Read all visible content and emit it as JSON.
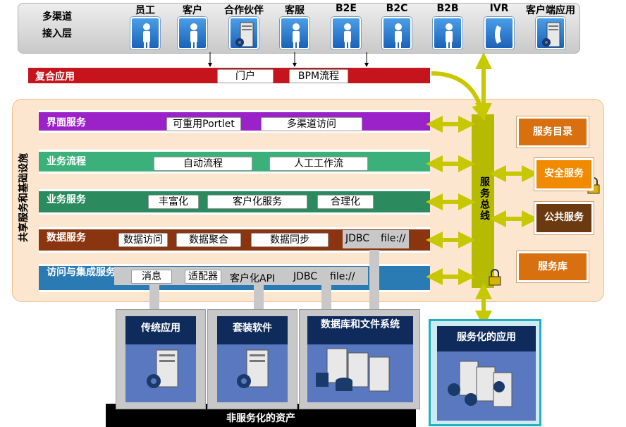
{
  "channels": {
    "title_line1": "多渠道",
    "title_line2": "接入层",
    "items": [
      {
        "label": "员工",
        "icon": "person-icon"
      },
      {
        "label": "客户",
        "icon": "person-icon"
      },
      {
        "label": "合作伙伴",
        "icon": "server-gear-icon"
      },
      {
        "label": "客服",
        "icon": "person-icon"
      },
      {
        "label": "B2E",
        "icon": "person-icon"
      },
      {
        "label": "B2C",
        "icon": "person-icon"
      },
      {
        "label": "B2B",
        "icon": "person-icon"
      },
      {
        "label": "IVR",
        "icon": "phone-icon"
      },
      {
        "label": "客户端应用",
        "icon": "server-gear-icon"
      }
    ]
  },
  "composite": {
    "title": "复合应用",
    "items": [
      "门户",
      "BPM流程"
    ]
  },
  "shared": {
    "title": "共享服务和基础设施",
    "layers": [
      {
        "title": "界面服务",
        "color": "#9b22c9",
        "items": [
          "可重用Portlet",
          "多渠道访问"
        ]
      },
      {
        "title": "业务流程",
        "color": "#3bb07a",
        "items": [
          "自动流程",
          "人工工作流"
        ]
      },
      {
        "title": "业务服务",
        "color": "#2b8a5e",
        "items": [
          "丰富化",
          "客户化服务",
          "合理化"
        ]
      },
      {
        "title": "数据服务",
        "color": "#8b3510",
        "items": [
          "数据访问",
          "数据聚合",
          "数据同步",
          "JDBC",
          "file://"
        ]
      },
      {
        "title": "访问与集成服务",
        "color": "#2a7ab3",
        "items": [
          "消息",
          "适配器",
          "客户化API",
          "JDBC",
          "file://"
        ]
      }
    ],
    "bus_label": "服务总线",
    "right_services": [
      {
        "label": "服务目录",
        "color": "#d8700f"
      },
      {
        "label": "安全服务",
        "color": "#f08a00"
      },
      {
        "label": "公共服务",
        "color": "#6b3a10"
      },
      {
        "label": "服务库",
        "color": "#d8700f"
      }
    ]
  },
  "assets": [
    {
      "title": "传统应用"
    },
    {
      "title": "套装软件"
    },
    {
      "title": "数据库和文件系统"
    }
  ],
  "assets_footer": "非服务化的资产",
  "service_app": {
    "title": "服务化的应用"
  },
  "colors": {
    "composite": "#c5141b",
    "bus": "#b6bb00",
    "arrow": "#c8c800",
    "panel": "#fde6cf"
  }
}
